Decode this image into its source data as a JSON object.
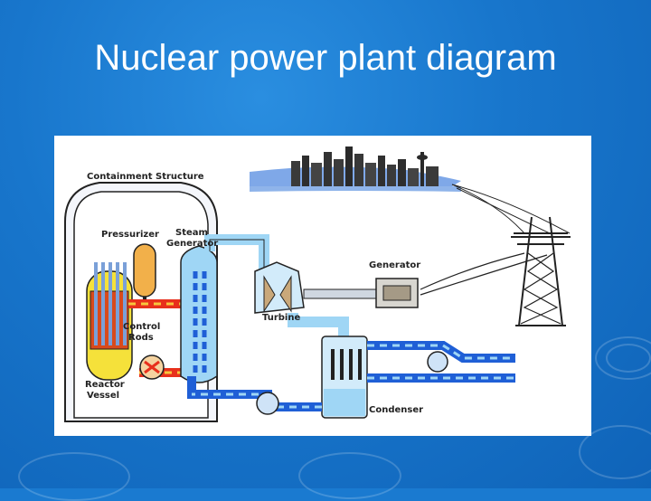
{
  "slide": {
    "title": "Nuclear power plant diagram"
  },
  "diagram": {
    "labels": {
      "containment": "Containment Structure",
      "pressurizer": "Pressurizer",
      "steam_generator_1": "Steam",
      "steam_generator_2": "Generator",
      "generator": "Generator",
      "turbine": "Turbine",
      "control_rods_1": "Control",
      "control_rods_2": "Rods",
      "reactor_vessel_1": "Reactor",
      "reactor_vessel_2": "Vessel",
      "condenser": "Condenser"
    },
    "colors": {
      "background": "#1a7ad0",
      "hot_loop": "#e8301c",
      "cold_loop": "#1f5fd6",
      "water": "#9fd6f5",
      "reactor_core": "#f5e13a",
      "pressurizer": "#f2b04a"
    }
  }
}
